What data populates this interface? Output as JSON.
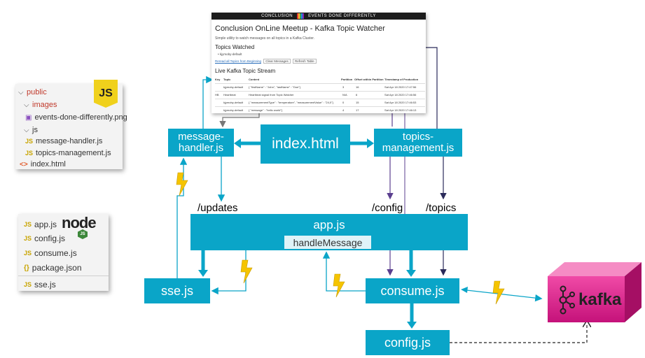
{
  "explorer_public": {
    "items": [
      {
        "label": "public",
        "kind": "folder-open",
        "level": 0
      },
      {
        "label": "images",
        "kind": "folder-open",
        "level": 1
      },
      {
        "label": "events-done-differently.png",
        "kind": "image",
        "level": 2
      },
      {
        "label": "js",
        "kind": "folder-open",
        "level": 1
      },
      {
        "label": "message-handler.js",
        "kind": "js",
        "level": 2
      },
      {
        "label": "topics-management.js",
        "kind": "js",
        "level": 2
      },
      {
        "label": "index.html",
        "kind": "html",
        "level": 1
      }
    ],
    "logo": "JS",
    "logo_icon": "js-logo-icon"
  },
  "explorer_node": {
    "items": [
      {
        "label": "app.js",
        "kind": "js"
      },
      {
        "label": "config.js",
        "kind": "js"
      },
      {
        "label": "consume.js",
        "kind": "js"
      },
      {
        "label": "package.json",
        "kind": "json"
      },
      {
        "label": "sse.js",
        "kind": "js"
      }
    ],
    "logo": "node",
    "logo_badge": "JS",
    "logo_icon": "nodejs-logo-icon"
  },
  "webpage": {
    "banner_left": "CONCLUSION",
    "banner_right": "EVENTS DONE DIFFERENTLY",
    "title": "Conclusion OnLine Meetup - Kafka Topic Watcher",
    "subtitle": "Simple utility to watch messages on all topics in a Kafka Cluster.",
    "topics_heading": "Topics Watched",
    "topic_item": "• kjymoby-default",
    "links": [
      "Reread all Topics from Beginning",
      "Clear Messages",
      "Refresh Table"
    ],
    "stream_heading": "Live Kafka Topic Stream",
    "table_headers": [
      "Key",
      "Topic",
      "Content",
      "Partition",
      "Offset within Partition",
      "Timestamp of Production"
    ],
    "table_rows": [
      [
        "",
        "kjymoby-default",
        "{ \"firstName\" : \"John\", \"lastName\" : \"Doe\"}",
        "3",
        "16",
        "Sat Apr 18 2020 17:47:56"
      ],
      [
        "HB",
        "Heartbeat",
        "Heartbeat signal from Topic Watcher",
        "N/A",
        "6",
        "Sat Apr 18 2020 17:46:56"
      ],
      [
        "",
        "kjymoby-default",
        "{ \"measurementType\" : \"temperature\", \"measurementValue\" : \"24,0\"}",
        "0",
        "15",
        "Sat Apr 18 2020 17:46:53"
      ],
      [
        "",
        "kjymoby-default",
        "{ \"message\" : \"hello world\"}",
        "4",
        "17",
        "Sat Apr 18 2020 17:46:13"
      ]
    ]
  },
  "nodes": {
    "message_handler": "message-\nhandler.js",
    "index_html": "index.html",
    "topics_management": "topics-\nmanagement.js",
    "app_js": "app.js",
    "handle_message": "handleMessage",
    "sse_js": "sse.js",
    "consume_js": "consume.js",
    "config_js": "config.js"
  },
  "routes": {
    "updates": "/updates",
    "config": "/config",
    "topics": "/topics"
  },
  "kafka": {
    "label": "kafka",
    "icon": "kafka-logo-icon"
  },
  "colors": {
    "teal_box": "#0aa5c8",
    "handle_box": "#dff3f8",
    "purple_arrow": "#5b3f8f",
    "dark_arrow": "#2a2a5a",
    "kafka_magenta": "#e0208c",
    "bolt": "#f5c400"
  }
}
